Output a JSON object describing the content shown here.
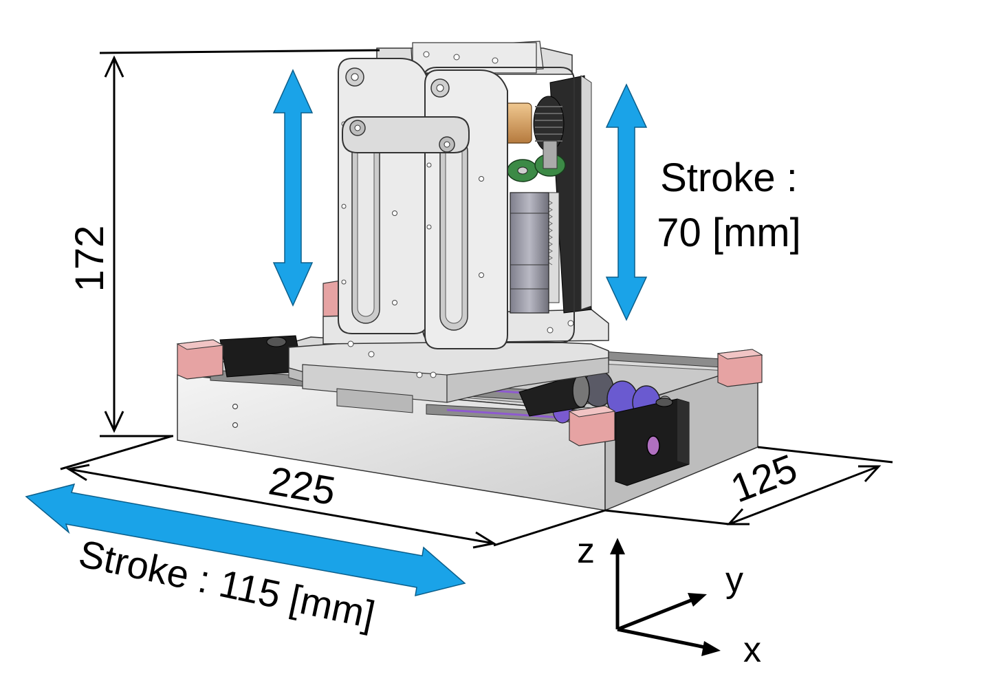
{
  "dimensions": {
    "height": "172",
    "length": "225",
    "width": "125"
  },
  "strokes": {
    "vertical_line1": "Stroke :",
    "vertical_line2": "70 [mm]",
    "horizontal": "Stroke : 115 [mm]"
  },
  "axes": {
    "z": "z",
    "y": "y",
    "x": "x"
  },
  "colors": {
    "arrow_blue": "#1aa3e8",
    "stopper_pink": "#e6a3a3",
    "frame_silver": "#e4e4e4",
    "block_dark": "#1c1c1c",
    "motor_gray": "#9d9da8",
    "accent_orange": "#d8a060",
    "pulley_green": "#3c8a46",
    "belt_purple": "#7a5ad0"
  }
}
